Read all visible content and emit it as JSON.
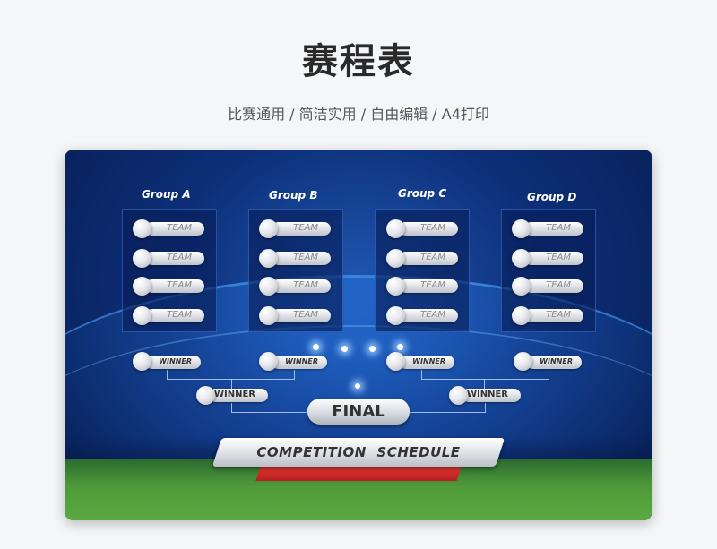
{
  "header": {
    "title": "赛程表",
    "subtitle": "比赛通用 / 简洁实用 / 自由编辑 / A4打印"
  },
  "groups": [
    {
      "label": "Group  A",
      "teams": [
        "TEAM",
        "TEAM",
        "TEAM",
        "TEAM"
      ]
    },
    {
      "label": "Group  B",
      "teams": [
        "TEAM",
        "TEAM",
        "TEAM",
        "TEAM"
      ]
    },
    {
      "label": "Group  C",
      "teams": [
        "TEAM",
        "TEAM",
        "TEAM",
        "TEAM"
      ]
    },
    {
      "label": "Group  D",
      "teams": [
        "TEAM",
        "TEAM",
        "TEAM",
        "TEAM"
      ]
    }
  ],
  "round1_winners": [
    "WINNER",
    "WINNER",
    "WINNER",
    "WINNER"
  ],
  "semi_winners": [
    "WINNER",
    "WINNER"
  ],
  "final_label": "FINAL",
  "banner_label": "COMPETITION   SCHEDULE",
  "colors": {
    "board_dark": "#071b4d",
    "board_light": "#1e56b0",
    "banner_red": "#d22a26",
    "field_green": "#4f9a3a"
  }
}
